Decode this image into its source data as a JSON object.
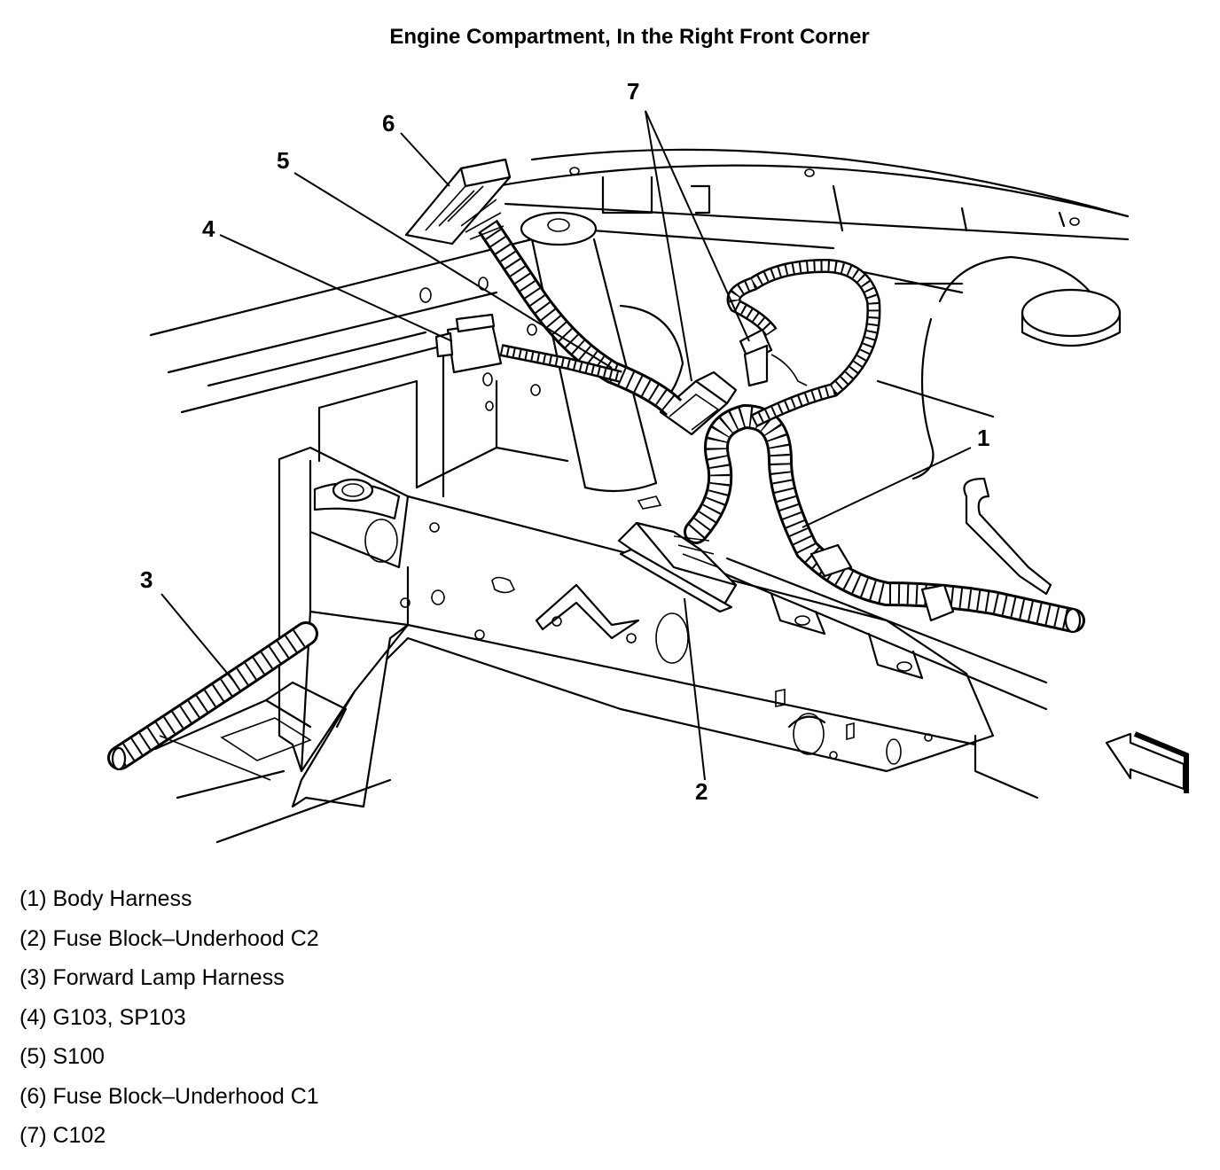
{
  "title": "Engine Compartment, In the Right Front Corner",
  "callouts": [
    "1",
    "2",
    "3",
    "4",
    "5",
    "6",
    "7"
  ],
  "legend": [
    "(1) Body Harness",
    "(2) Fuse Block–Underhood C2",
    "(3) Forward Lamp Harness",
    "(4) G103, SP103",
    "(5) S100",
    "(6) Fuse Block–Underhood C1",
    "(7) C102"
  ]
}
